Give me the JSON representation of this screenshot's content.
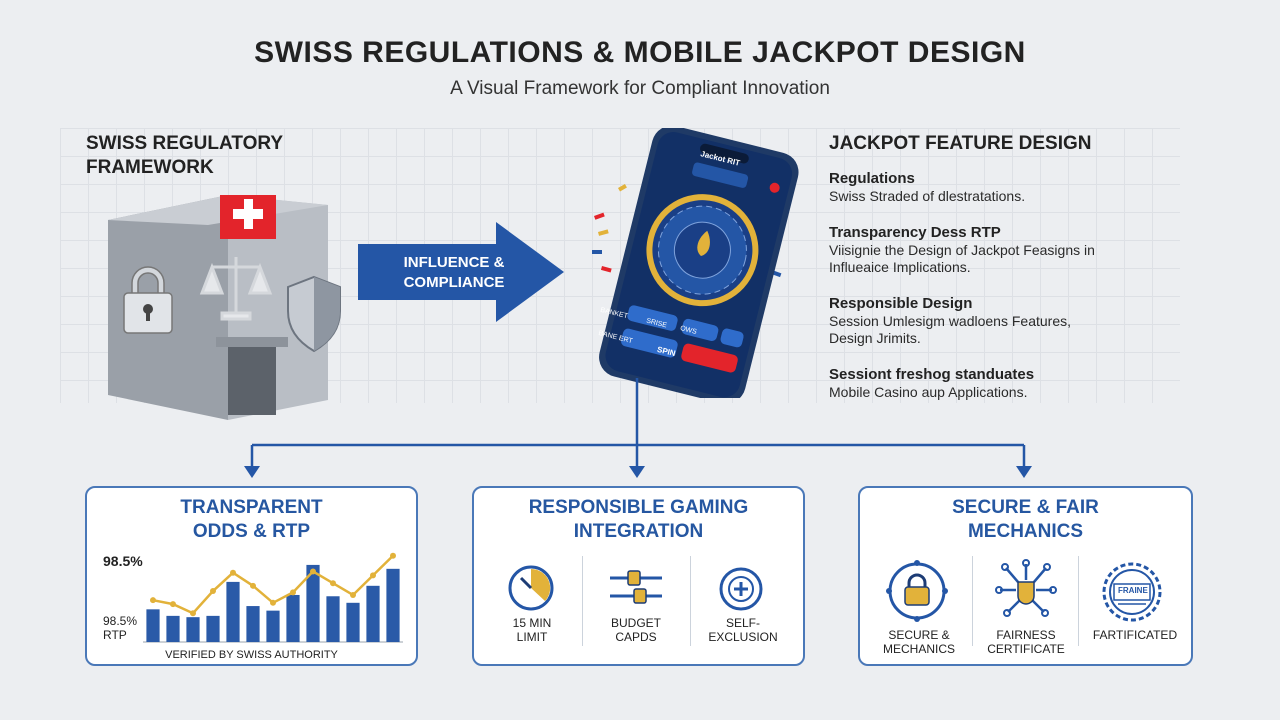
{
  "header": {
    "title": "SWISS REGULATIONS & MOBILE JACKPOT DESIGN",
    "subtitle": "A Visual Framework for Compliant Innovation"
  },
  "left": {
    "title_line1": "SWISS REGULATORY",
    "title_line2": "FRAMEWORK"
  },
  "arrow": {
    "line1": "INFLUENCE &",
    "line2": "COMPLIANCE"
  },
  "phone": {
    "top_label": "Jackot RIT",
    "buttons": [
      "BANKET",
      "SRISE",
      "OWS",
      "BANE ERT"
    ],
    "spin_label": "SPIN"
  },
  "features": {
    "heading": "JACKPOT FEATURE DESIGN",
    "items": [
      {
        "title": "Regulations",
        "desc": "Swiss Straded of dlestratations."
      },
      {
        "title": "Transparency Dess RTP",
        "desc": "Viisignie the Design of Jackpot Feasigns in Influeaice Implications."
      },
      {
        "title": "Responsible Design",
        "desc": "Session Umlesigm wadloens Features, Design Jrimits."
      },
      {
        "title": "Sessiont freshog standuates",
        "desc": "Mobile Casino aup Applications."
      }
    ]
  },
  "cards": {
    "odds": {
      "title_line1": "TRANSPARENT",
      "title_line2": "ODDS & RTP",
      "label_top": "98.5%",
      "label_bottom_line1": "98.5%",
      "label_bottom_line2": "RTP",
      "footer": "VERIFIED BY SWISS AUTHORITY"
    },
    "gaming": {
      "title_line1": "RESPONSIBLE GAMING",
      "title_line2": "INTEGRATION",
      "items": [
        {
          "line1": "15 MIN",
          "line2": "LIMIT",
          "icon": "timer-icon"
        },
        {
          "line1": "BUDGET",
          "line2": "CAPDS",
          "icon": "slider-icon"
        },
        {
          "line1": "SELF-",
          "line2": "EXCLUSION",
          "icon": "plus-circle-icon"
        }
      ]
    },
    "secure": {
      "title_line1": "SECURE & FAIR",
      "title_line2": "MECHANICS",
      "items": [
        {
          "line1": "SECURE &",
          "line2": "MECHANICS",
          "icon": "lock-icon"
        },
        {
          "line1": "FAIRNESS",
          "line2": "CERTIFICATE",
          "icon": "circuit-icon"
        },
        {
          "line1": "FARTIFICATED",
          "line2": "",
          "icon": "certificate-seal-icon"
        }
      ],
      "seal_text": "FRAINE"
    }
  },
  "chart_data": {
    "type": "bar",
    "values": [
      50,
      40,
      38,
      40,
      92,
      55,
      48,
      72,
      118,
      70,
      60,
      86,
      112
    ],
    "line_values": [
      64,
      58,
      44,
      78,
      106,
      86,
      60,
      76,
      108,
      90,
      72,
      102,
      132
    ],
    "ylim": [
      0,
      150
    ],
    "bar_color": "#2a5aa8",
    "line_color": "#e2b23a"
  },
  "colors": {
    "accent_blue": "#2657a1",
    "swiss_red": "#e3242b",
    "gold": "#e2b23a"
  }
}
